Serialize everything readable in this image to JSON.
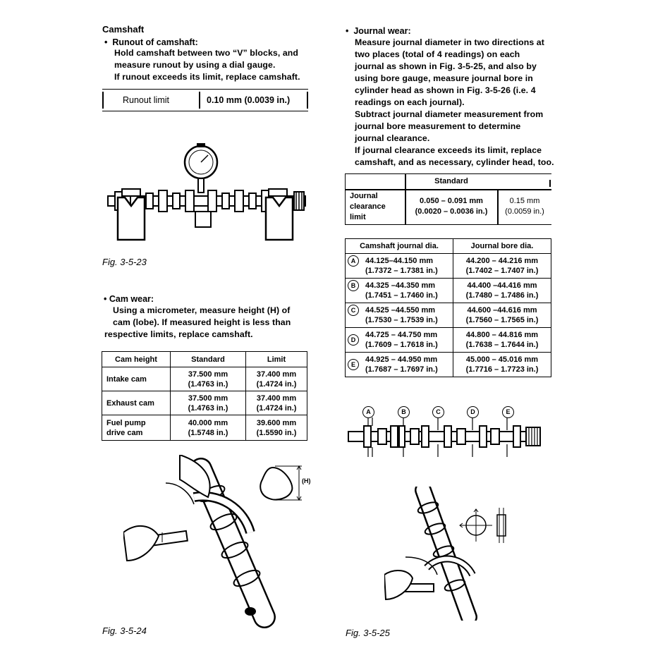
{
  "left": {
    "heading": "Camshaft",
    "runout": {
      "bullet_title": "Runout of camshaft:",
      "lines": [
        "Hold camshaft between two “V” blocks, and",
        "measure runout by using a dial gauge.",
        "If runout exceeds its limit, replace camshaft."
      ],
      "limit_label": "Runout  limit",
      "limit_value": "0.10  mm  (0.0039  in.)"
    },
    "fig1_caption": "Fig.  3-5-23",
    "camwear": {
      "bullet_title": "Cam wear:",
      "lines": [
        "Using a micrometer, measure height (H) of",
        "cam (lobe). If measured height is less than",
        "respective limits, replace camshaft."
      ]
    },
    "cam_table": {
      "headers": [
        "Cam  height",
        "Standard",
        "Limit"
      ],
      "rows": [
        {
          "name": "Intake  cam",
          "std": [
            "37.500 mm",
            "(1.4763 in.)"
          ],
          "lim": [
            "37.400  mm",
            "(1.4724 in.)"
          ]
        },
        {
          "name": "Exhaust  cam",
          "std": [
            "37.500 mm",
            "(1.4763 in.)"
          ],
          "lim": [
            "37.400 mm",
            "(1.4724 in.)"
          ]
        },
        {
          "name": "Fuel  pump drive  cam",
          "std": [
            "40.000 mm",
            "(1.5748 in.)"
          ],
          "lim": [
            "39.600 mm",
            "(1.5590 in.)"
          ]
        }
      ]
    },
    "h_label": "(H)",
    "fig2_caption": "Fig.  3-5-24"
  },
  "right": {
    "bullet_title": "Journal  wear:",
    "lines": [
      "Measure journal diameter in two directions at",
      "two places (total of 4 readings) on each",
      "journal as shown in Fig. 3-5-25, and also by",
      "using bore gauge, measure journal bore in",
      "cylinder head as shown in Fig. 3-5-26 (i.e. 4",
      "readings on each journal).",
      "Subtract journal diameter measurement from",
      "journal bore measurement to determine",
      "journal clearance.",
      "If journal clearance exceeds its limit, replace",
      "camshaft, and as necessary, cylinder head, too."
    ],
    "clearance_table": {
      "header_standard": "Standard",
      "label": "Journal clearance limit",
      "std": [
        "0.050  –  0.091 mm",
        "(0.0020  –  0.0036 in.)"
      ],
      "lim": [
        "0.15 mm",
        "(0.0059 in.)"
      ]
    },
    "journal_table": {
      "headers": [
        "Camshaft  journal  dia.",
        "Journal  bore  dia."
      ],
      "rows": [
        {
          "mark": "A",
          "dia": [
            "44.125–44.150 mm",
            "(1.7372  –  1.7381 in.)"
          ],
          "bore": [
            "44.200 – 44.216 mm",
            "(1.7402 – 1.7407 in.)"
          ]
        },
        {
          "mark": "B",
          "dia": [
            "44.325 –44.350  mm",
            "(1.7451 – 1.7460 in.)"
          ],
          "bore": [
            "44.400 –44.416  mm",
            "(1.7480 – 1.7486 in.)"
          ]
        },
        {
          "mark": "C",
          "dia": [
            "44.525 –44.550  mm",
            "(1.7530 – 1.7539 in.)"
          ],
          "bore": [
            "44.600 –44.616  mm",
            "(1.7560 – 1.7565 in.)"
          ]
        },
        {
          "mark": "D",
          "dia": [
            "44.725 – 44.750 mm",
            "(1.7609 – 1.7618 in.)"
          ],
          "bore": [
            "44.800 – 44.816 mm",
            "(1.7638 – 1.7644 in.)"
          ]
        },
        {
          "mark": "E",
          "dia": [
            "44.925 – 44.950 mm",
            "(1.7687 – 1.7697 in.)"
          ],
          "bore": [
            "45.000 – 45.016 mm",
            "(1.7716 – 1.7723 in.)"
          ]
        }
      ]
    },
    "journal_markers": [
      "A",
      "B",
      "C",
      "D",
      "E"
    ],
    "fig3_caption": "Fig.  3-5-25"
  }
}
